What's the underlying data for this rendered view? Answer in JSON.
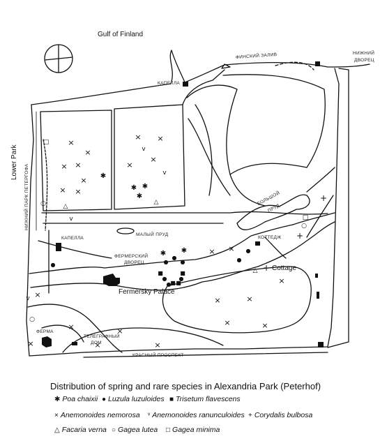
{
  "labels": {
    "gulf": "Gulf of Finland",
    "lower_park": "Lower Park",
    "fermersky_palace": "Fermersky Palace",
    "cottage": "Cottage",
    "finsky_zaliv": "ФИНСКИЙ ЗАЛИВ",
    "nizhny_dvorets_1": "НИЖНИЙ",
    "nizhny_dvorets_2": "ДВОРЕЦ",
    "kapella_top": "КАПЕЛЛА",
    "park_petergofa": "НИЖНИЙ ПАРК ПЕТЕРГОФА",
    "kapella": "КАПЕЛЛА",
    "maly_prud": "МАЛЫЙ ПРУД",
    "fermersky_ru_1": "ФЕРМЕРСКИЙ",
    "fermersky_ru_2": "ДВОРЕЦ",
    "bolshoy_prud_1": "БОЛЬШОЙ",
    "bolshoy_prud_2": "ПРУД",
    "kottedzh": "КОТТЕДЖ",
    "ferma": "ФЕРМА",
    "telegraph_1": "ТЕЛЕГРАФНЫЙ",
    "telegraph_2": "ДОМ",
    "krasny_prospekt": "КРАСНЫЙ ПРОСПЕКТ"
  },
  "caption": "Distribution of spring and rare species in Alexandria Park (Peterhof)",
  "legend": [
    {
      "symbol": "✱",
      "label": "Poa chaixii"
    },
    {
      "symbol": "●",
      "label": "Luzula luzuloides"
    },
    {
      "symbol": "■",
      "label": "Trisetum flavescens"
    },
    {
      "symbol": "×",
      "label": "Anemonoides nemorosa"
    },
    {
      "symbol": "ᵛ",
      "label": "Anemonoides ranunculoides"
    },
    {
      "symbol": "+",
      "label": "Corydalis bulbosa"
    },
    {
      "symbol": "△",
      "label": "Facaria verna"
    },
    {
      "symbol": "○",
      "label": "Gagea lutea"
    },
    {
      "symbol": "□",
      "label": "Gagea minima"
    }
  ]
}
